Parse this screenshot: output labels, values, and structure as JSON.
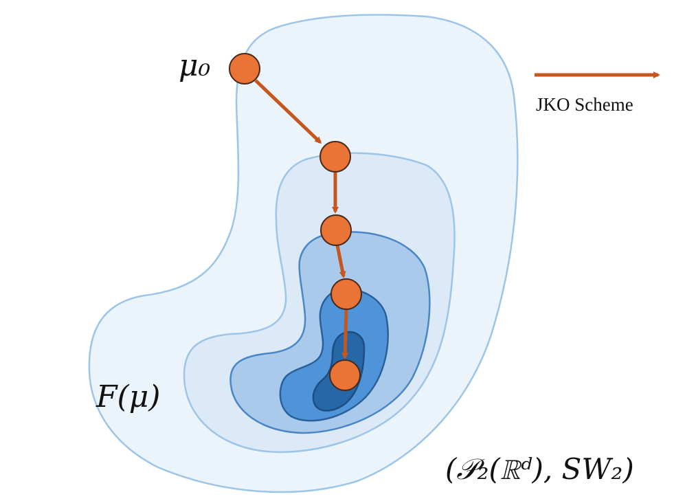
{
  "colors": {
    "level1_fill": "#ebf3fb",
    "level2_fill": "#dce9f6",
    "level3_fill": "#a9caeb",
    "level4_fill": "#4f94d8",
    "level5_fill": "#2667a8",
    "contour_stroke": "#9cc5e8",
    "contour_stroke_dark": "#2a5f99",
    "arrow": "#c4561e",
    "node_fill": "#ea7336",
    "node_stroke": "#4a2a1a"
  },
  "labels": {
    "start": "μ₀",
    "functional": "F(μ)",
    "space": "(𝒫₂(ℝᵈ), SW₂)",
    "legend": "JKO Scheme"
  },
  "nodes": [
    {
      "id": "mu0",
      "step": 0
    },
    {
      "id": "mu1",
      "step": 1
    },
    {
      "id": "mu2",
      "step": 2
    },
    {
      "id": "mu3",
      "step": 3
    },
    {
      "id": "mu4",
      "step": 4
    }
  ]
}
